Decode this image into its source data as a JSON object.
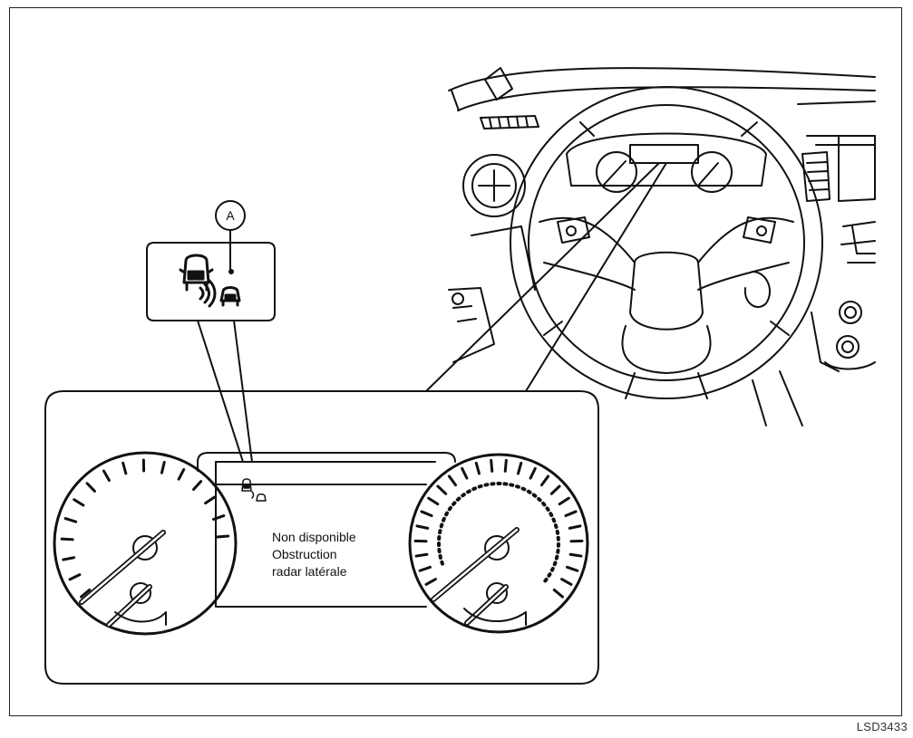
{
  "callout": {
    "label": "A"
  },
  "display": {
    "message_lines": [
      "Non disponible",
      "Obstruction",
      "radar latérale"
    ]
  },
  "figure": {
    "code": "LSD3433"
  },
  "icons": {
    "callout_icon": "side-radar-obstruction-icon",
    "display_icon": "side-radar-obstruction-icon"
  }
}
